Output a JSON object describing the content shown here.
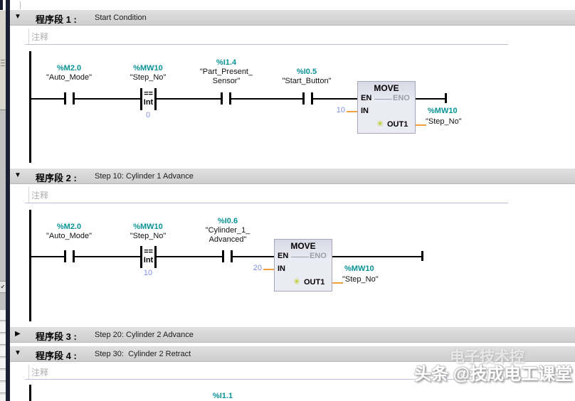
{
  "chrome": {
    "comment_placeholder": "注释",
    "icons": {
      "expanded": "▼",
      "collapsed": "▶",
      "assign": "✳",
      "check": "✔"
    }
  },
  "move_block": {
    "title": "MOVE",
    "en": "EN",
    "eno": "ENO",
    "in": "IN",
    "out": "OUT1"
  },
  "networks": [
    {
      "label": "程序段 1 :",
      "title": "Start Condition",
      "contacts": [
        {
          "address": "%M2.0",
          "name": [
            "\"Auto_Mode\""
          ]
        },
        {
          "address": "%I1.4",
          "name": [
            "\"Part_Present_",
            "Sensor\""
          ]
        },
        {
          "address": "%I0.5",
          "name": [
            "\"Start_Button\""
          ]
        }
      ],
      "compare": {
        "address": "%MW10",
        "name": "\"Step_No\"",
        "op": "==",
        "type": "Int",
        "value": "0"
      },
      "move": {
        "in_value": "10",
        "out_address": "%MW10",
        "out_name": "\"Step_No\""
      }
    },
    {
      "label": "程序段 2 :",
      "title": "Step 10: Cylinder 1 Advance",
      "contacts": [
        {
          "address": "%M2.0",
          "name": [
            "\"Auto_Mode\""
          ]
        },
        {
          "address": "%I0.6",
          "name": [
            "\"Cylinder_1_",
            "Advanced\""
          ]
        }
      ],
      "compare": {
        "address": "%MW10",
        "name": "\"Step_No\"",
        "op": "==",
        "type": "Int",
        "value": "10"
      },
      "move": {
        "in_value": "20",
        "out_address": "%MW10",
        "out_name": "\"Step_No\""
      }
    },
    {
      "label": "程序段 3 :",
      "title": "Step 20: Cylinder 2 Advance"
    },
    {
      "label": "程序段 4 :",
      "title": "Step 30:  Cylinder 2 Retract",
      "partial_contact": {
        "address": "%I1.1"
      }
    }
  ],
  "watermark": {
    "text": "头条 @技成电工课堂",
    "ghost": "电子技术控"
  },
  "colors": {
    "operand_teal": "#089296",
    "constant_blue": "#7e8fe0",
    "connector_orange": "#ef9f3f",
    "assign_green": "#b0c700",
    "navy_strip": "#1a2031"
  }
}
